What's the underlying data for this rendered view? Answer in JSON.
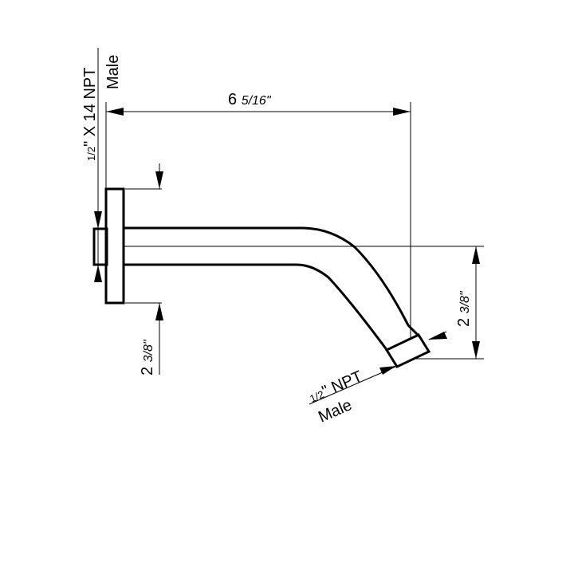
{
  "dimensions": {
    "overall_length": {
      "whole": "6",
      "fraction": "5/16\""
    },
    "flange_height": {
      "whole": "2",
      "fraction": "3/8\""
    },
    "outlet_drop": {
      "whole": "2",
      "fraction": "3/8\""
    }
  },
  "callouts": {
    "inlet_thread": {
      "fraction": "1/2",
      "inch_mark": "\"",
      "spec": "X 14 NPT",
      "gender": "Male"
    },
    "outlet_thread": {
      "fraction": "1/2",
      "inch_mark": "\"",
      "spec": "NPT",
      "gender": "Male"
    }
  },
  "colors": {
    "ink": "#000000",
    "background": "#ffffff"
  }
}
